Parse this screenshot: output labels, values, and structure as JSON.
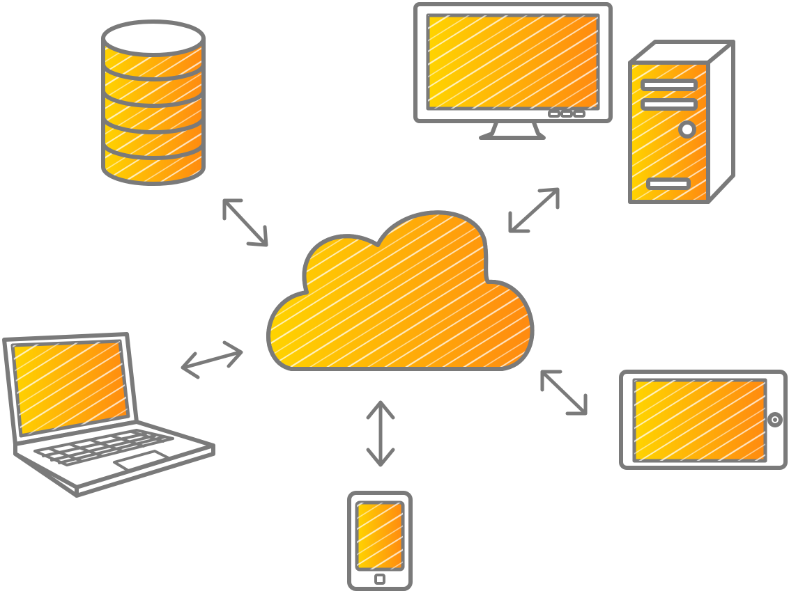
{
  "colors": {
    "stroke": "#7a7a7a",
    "fill_light": "#ffd400",
    "fill_dark": "#ff8a10",
    "scribble": "#ffffff"
  },
  "nodes": [
    {
      "id": "cloud",
      "icon": "cloud-icon"
    },
    {
      "id": "database",
      "icon": "database-icon"
    },
    {
      "id": "desktop",
      "icon": "desktop-computer-icon"
    },
    {
      "id": "laptop",
      "icon": "laptop-icon"
    },
    {
      "id": "smartphone",
      "icon": "smartphone-icon"
    },
    {
      "id": "tablet",
      "icon": "tablet-icon"
    }
  ],
  "edges": [
    {
      "from": "cloud",
      "to": "database",
      "direction": "bidirectional"
    },
    {
      "from": "cloud",
      "to": "desktop",
      "direction": "bidirectional"
    },
    {
      "from": "cloud",
      "to": "laptop",
      "direction": "bidirectional"
    },
    {
      "from": "cloud",
      "to": "smartphone",
      "direction": "bidirectional"
    },
    {
      "from": "cloud",
      "to": "tablet",
      "direction": "bidirectional"
    }
  ]
}
